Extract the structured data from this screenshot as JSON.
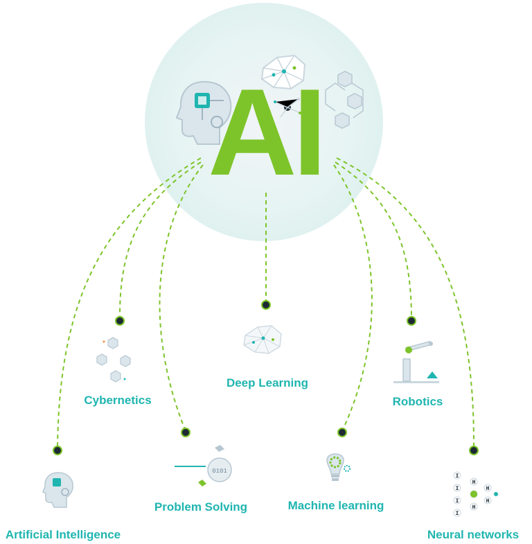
{
  "colors": {
    "accent_green": "#7dc42a",
    "label_teal": "#1fb5b0",
    "halo": "#e3f4f3",
    "icon_gray": "#c9d6de",
    "dot_dark": "#1d2a33"
  },
  "hub": {
    "title": "AI",
    "icons": [
      "head-circuit-icon",
      "brain-network-icon",
      "cubes-icon",
      "gear-bulb-icon"
    ]
  },
  "nodes": [
    {
      "id": "artificial-intelligence",
      "label": "Artificial Intelligence",
      "icon": "head-circuit-icon"
    },
    {
      "id": "cybernetics",
      "label": "Cybernetics",
      "icon": "cubes-icon"
    },
    {
      "id": "problem-solving",
      "label": "Problem Solving",
      "icon": "binary-coin-icon"
    },
    {
      "id": "deep-learning",
      "label": "Deep Learning",
      "icon": "brain-network-icon"
    },
    {
      "id": "machine-learning",
      "label": "Machine learning",
      "icon": "gear-bulb-icon"
    },
    {
      "id": "robotics",
      "label": "Robotics",
      "icon": "robot-arm-icon"
    },
    {
      "id": "neural-networks",
      "label": "Neural networks",
      "icon": "neural-grid-icon"
    }
  ]
}
